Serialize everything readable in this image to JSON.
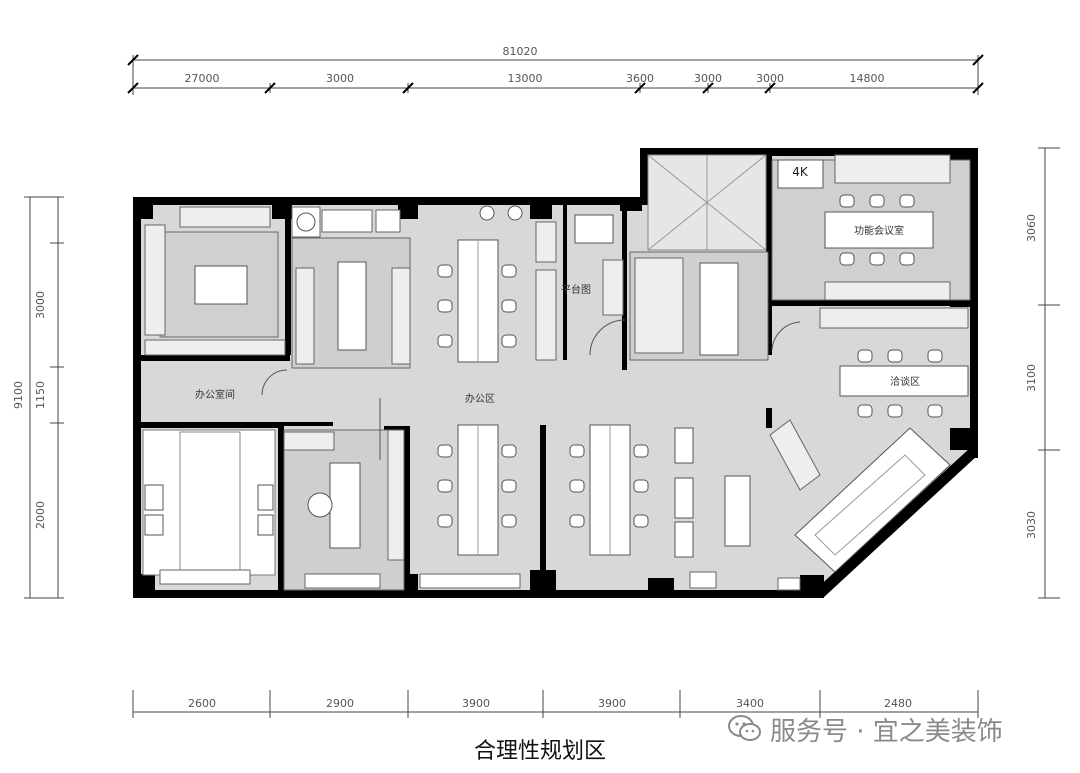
{
  "caption": "合理性规划区",
  "watermark": {
    "text": "服务号 · 宜之美装饰",
    "icon": "wechat-icon"
  },
  "top_dims": {
    "total": "81020",
    "segments": [
      "27000",
      "3000",
      "13000",
      "3600",
      "3000",
      "3000",
      "14800"
    ]
  },
  "bottom_dims": [
    "2600",
    "2900",
    "3900",
    "3900",
    "3400",
    "2480"
  ],
  "left_dims": {
    "total": "9100",
    "mid": "1150",
    "segments": [
      "3000",
      "2000"
    ]
  },
  "right_dims": [
    "3060",
    "3100",
    "3030"
  ],
  "rooms": {
    "office_area": "办公区",
    "office_room": "办公室间",
    "meeting_room": "功能会议室",
    "small_meeting": "洽谈区",
    "front_desk": "平台图",
    "pantry": "4K"
  },
  "colors": {
    "wall": "#000000",
    "floor": "#d9d9d9",
    "furniture": "#ffffff",
    "line": "#555555"
  }
}
